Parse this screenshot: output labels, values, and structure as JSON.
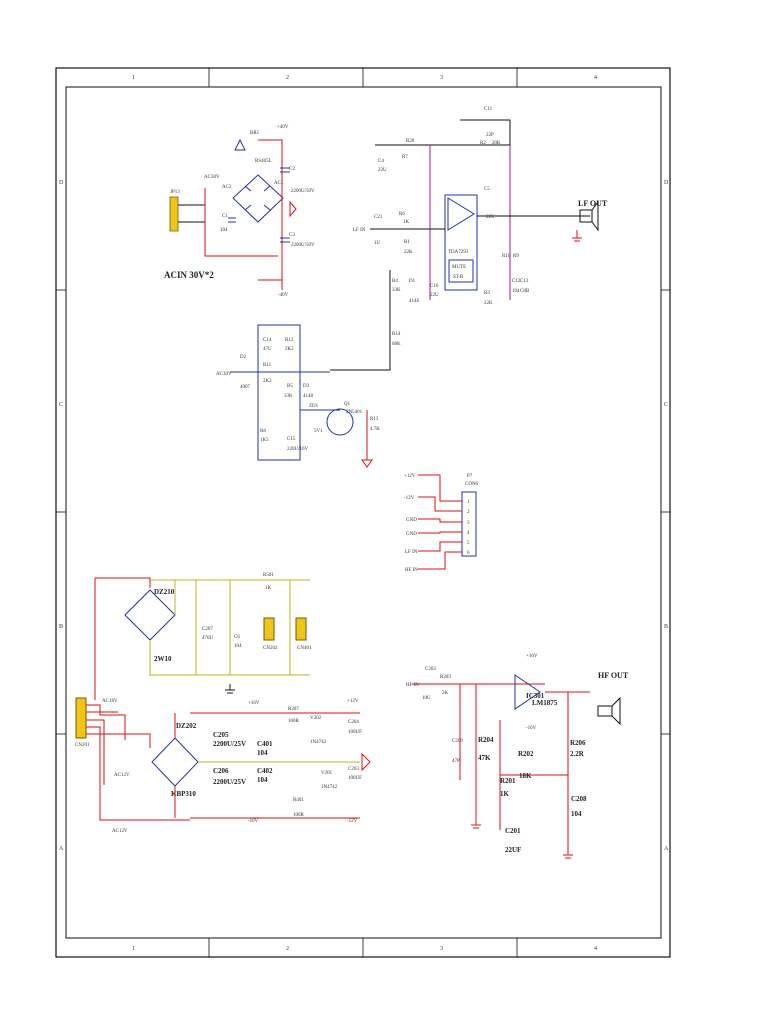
{
  "grid": {
    "columns": [
      "1",
      "2",
      "3",
      "4"
    ],
    "rows": [
      "D",
      "C",
      "B",
      "A"
    ]
  },
  "labels": {
    "lf_out": "LF OUT",
    "hf_out": "HF OUT",
    "acin": "ACIN 30V*2",
    "tda": "TDA7293",
    "mute": "MUTE",
    "st_b": "ST-B",
    "lm": "LM1875",
    "con6": "CON6",
    "dz210": "DZ210",
    "dz202": "DZ202",
    "twow10": "2W10",
    "kbp310": "KBP310",
    "br1": "BR1",
    "rs405l": "RS405L",
    "cn202": "CN202",
    "cn401": "CN401",
    "cn201": "CN201",
    "jp13": "JP13",
    "q1": "Q1",
    "q1_part": "2N5401",
    "c11": "C11",
    "c11_val": "22P",
    "r20": "R20",
    "r7": "R7",
    "r2": "R2",
    "r2_val": "20K",
    "c4": "C4",
    "c4_val": "22U",
    "c5": "C5",
    "c5_val": "22U",
    "c2": "C2",
    "c2_val": "2200U/50V",
    "c3": "C3",
    "c3_val": "2200U/50V",
    "c1": "C1",
    "c1_val": "104",
    "c21": "C21",
    "c21_val": "1U",
    "r6": "R6",
    "r6_val": "1K",
    "r1": "R1",
    "r1_val": "22K",
    "lf_in": "LF IN",
    "hf_in": "HF IN",
    "acin_ac30v": "AC30V",
    "ac2": "AC2",
    "ac1": "AC1",
    "plus40": "+40V",
    "minus40": "-40V",
    "c14": "C14",
    "c14_val": "47U",
    "r12": "R12",
    "r12_val": "2K2",
    "r11": "R11",
    "r11_val": "2K2",
    "d2": "D2",
    "d2_val": "4007",
    "r5": "R5",
    "r5_val": "33K",
    "d3": "D3",
    "d3_val": "4148",
    "zd1": "ZD1",
    "zd1_val": "5V1",
    "r8": "R8",
    "r8_val": "1K5",
    "c15": "C15",
    "c15_val": "220U/16V",
    "r13": "R13",
    "r13_val": "4.7K",
    "r14": "R14",
    "r14_val": "68K",
    "r4": "R4",
    "r4_val": "33K",
    "d1": "D1",
    "d1_val": "4148",
    "c16": "C16",
    "c16_val": "22U",
    "r3": "R3",
    "r3_val": "22K",
    "c12": "C12",
    "c12_val": "104",
    "c13": "C13",
    "c13_val": "C8B",
    "r9": "R9",
    "r10": "R10",
    "p_plus12": "+12V",
    "p_minus12": "-12V",
    "p_gnd": "GND",
    "p_lfin": "LF IN",
    "p_hfin": "HF IN",
    "p7": "P7",
    "pins": [
      "1",
      "2",
      "3",
      "4",
      "5",
      "6"
    ],
    "c207": "C207",
    "c207_val": "470U",
    "c6": "C6",
    "c6_val": "104",
    "r501": "R501",
    "r501_val": "1K",
    "ac18v": "AC18V",
    "ac12v_a": "AC12V",
    "ac12v_b": "AC12V",
    "c205": "C205",
    "c205_val": "2200U/25V",
    "c206": "C206",
    "c206_val": "2200U/25V",
    "c401": "C401",
    "c401_val": "104",
    "c402": "C402",
    "c402_val": "104",
    "plus16": "+16V",
    "minus16": "-16V",
    "r207": "R207",
    "r207_val": "100R",
    "r401": "R401",
    "r401_val": "100R",
    "v201": "V201",
    "v201_val": "1N4742",
    "v202": "V202",
    "v202_val": "1N4742",
    "c204": "C204",
    "c204_val": "100UF",
    "c203": "C203",
    "c203_val": "100UF",
    "plus12_b": "+12V",
    "minus12_b": "-12V",
    "c202": "C202",
    "c202_val": "10U",
    "r203": "R203",
    "r203_val": "2K",
    "ic301": "IC301",
    "c209": "C209",
    "c209_val": "47P",
    "r204": "R204",
    "r204_val": "47K",
    "r202": "R202",
    "r202_val": "18K",
    "r201": "R201",
    "r201_val": "1K",
    "c201": "C201",
    "c201_val": "22UF",
    "r206": "R206",
    "r206_val": "2.2R",
    "c208": "C208",
    "c208_val": "104",
    "plus16_b": "+16V",
    "minus16_b": "-16V"
  },
  "colors": {
    "wire": "#111111",
    "power": "#d11111",
    "component": "#2233aa",
    "signal": "#b0169a",
    "rail": "#b8b818",
    "connector_fill": "#f0c419"
  }
}
